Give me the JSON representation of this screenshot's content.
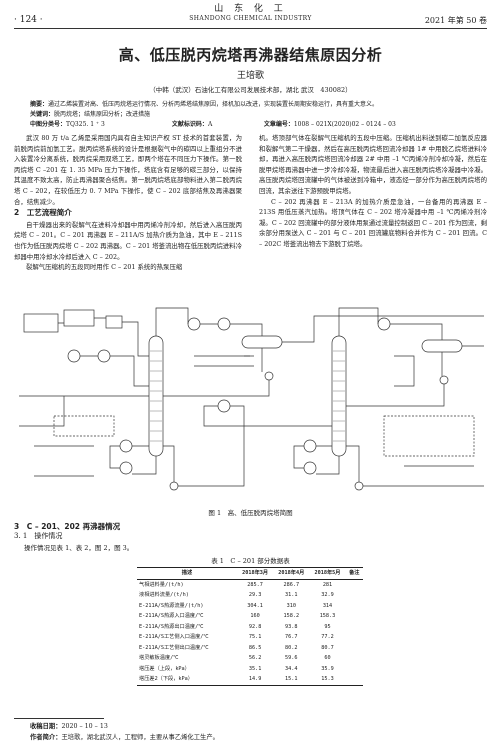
{
  "header": {
    "page_no": "· 124 ·",
    "journal_cn": "山 东 化 工",
    "journal_en": "SHANDONG CHEMICAL INDUSTRY",
    "issue": "2021 年第 50 卷"
  },
  "article": {
    "title": "高、低压脱丙烷塔再沸器结焦原因分析",
    "author": "王培歌",
    "affiliation": "（中韩（武汉）石油化工有限公司发展技术部，湖北 武汉　430082）",
    "abstract_label": "摘要：",
    "abstract": "通过乙烯装置对高、低压丙烷塔运行情况、分析丙烯塔结焦原因，择机加以改进，实现装置长周期安稳运行，具有重大意义。",
    "keywords_label": "关键词：",
    "keywords": "脱丙烷塔；结焦原因分析；改进措施",
    "clc_label": "中图分类号：",
    "clc": "TQ325. 1 ⁺ 3",
    "doc_code_label": "文献标识码：",
    "doc_code": "A",
    "article_no_label": "文章编号：",
    "article_no": "1008 – 021X(2020)02 – 0124 – 03"
  },
  "body": {
    "left_p1": "武汉 80 万 t/a 乙烯是采用国内具有自主知识产权 ST 技术的首套装置，为前脱丙烷前加氢工艺。脱丙烷塔系统的设计是根据裂气中的碳四以上重组分不进入装置冷分离系统，脱丙烷采用双塔工艺，即两个塔在不同压力下操作。第一脱丙烷塔 C –201 在 1. 35 MPa 压力下操作，塔底含有足够的碳三部分，以保持其温度不致太高，防止再沸器聚合结焦。第一脱丙烷塔底部物料进入第二脱丙烷塔 C – 202，在较低压力 0. 7 MPa 下操作，使 C – 202 底部结焦及再沸器聚合，结焦减少。",
    "sec2_title": "2　工艺流程简介",
    "left_p2": "自干燥器出来的裂解气在进料冷却器中用丙烯冷剂冷却，然后进入高压脱丙烷塔 C – 201。C – 201 再沸器 E – 211A/S 加热介质为急油，其中 E – 211S 也作为低压脱丙烷塔 C – 202 再沸器。C – 201 塔釜流出物在低压脱丙烷进料冷却器中用冷却水冷却后进入 C – 202。",
    "left_p3": "裂解气压缩机的五段同时用作 C – 201 系统的热泵压缩",
    "right_p1": "机。塔顶部气体在裂解气压缩机的五段中压缩。压缩机出料送到碳二加氢反应器和裂解气第二干燥器，然后在高压脱丙烷塔回流冷却器 1# 中用脱乙烷塔进料冷却，再进入高压脱丙烷塔回流冷却器 2# 中用 –1 ℃丙烯冷剂冷却冷凝，然后在脱甲烷塔再沸器中进一步冷却冷凝，物流最后进入高压脱丙烷塔冷凝器中冷凝。高压脱丙烷塔回流罐中的气体被送到冷箱中，液态烃一部分作为高压脱丙烷塔的回流，其余送往下游预脱甲烷塔。",
    "right_p2": "C – 202 再沸器 E – 213A 的加热介质是急油，一台备用的再沸器 E – 213S 用低压蒸汽加热。塔顶气体在 C – 202 塔冷凝器中用 –1 ℃丙烯冷剂冷凝。C – 202 回流罐中的部分液体用泵通过流量控制返回 C – 201 作为回流，剩余部分用泵送入 C – 201 与 C – 201 回流罐底物料合并作为 C – 201 回流。C – 202C 塔釜流出物去下游脱丁烷塔。",
    "figure_caption": "图 1　高、低压脱丙烷塔简图",
    "sec3_title": "3　C – 201、202 再沸器情况",
    "sec31_title": "3. 1　操作情况",
    "sec31_text": "操作情况见表 1、表 2，图 2，图 3。"
  },
  "table": {
    "caption": "表 1　C – 201 部分数据表",
    "headers": [
      "描述",
      "2018年3月",
      "2018年4月",
      "2018年5月",
      "备注"
    ],
    "rows": [
      [
        "气相进料量/(t/h)",
        "285.7",
        "286.7",
        "281",
        ""
      ],
      [
        "液相进料流量/(t/h)",
        "29.3",
        "31.1",
        "32.9",
        ""
      ],
      [
        "E-211A/S热源流量/(t/h)",
        "304.1",
        "310",
        "314",
        ""
      ],
      [
        "E-211A/S热源入口温度/℃",
        "160",
        "158.2",
        "158.3",
        ""
      ],
      [
        "E-211A/S热源出口温度/℃",
        "92.8",
        "93.8",
        "95",
        ""
      ],
      [
        "E-211A/S工艺侧入口温度/℃",
        "75.1",
        "76.7",
        "77.2",
        ""
      ],
      [
        "E-211A/S工艺侧出口温度/℃",
        "86.5",
        "80.2",
        "80.7",
        ""
      ],
      [
        "塔灵敏板温度/℃",
        "56.2",
        "59.6",
        "60",
        ""
      ],
      [
        "塔压差（上段，kPa）",
        "35.1",
        "34.4",
        "35.9",
        ""
      ],
      [
        "塔压差2（下段，kPa）",
        "14.9",
        "15.1",
        "15.3",
        ""
      ]
    ]
  },
  "footer": {
    "received_label": "收稿日期：",
    "received": "2020 – 10 – 13",
    "author_label": "作者简介：",
    "author_bio": "王培歌，湖北武汉人，工程师，主要从事乙烯化工生产。"
  }
}
